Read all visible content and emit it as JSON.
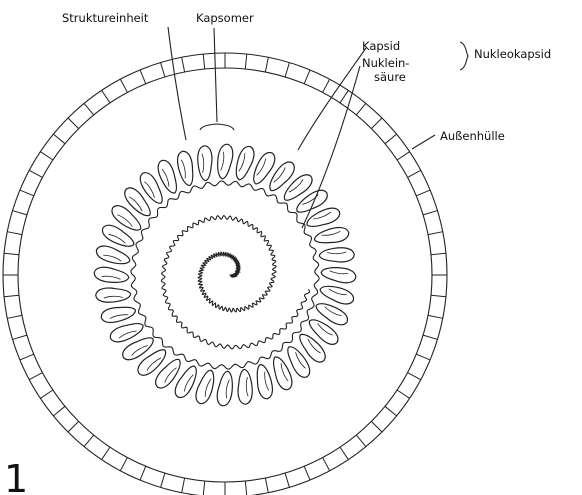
{
  "labels": {
    "strukturuntereinheit": "Struktureinheit",
    "kapsomer": "Kapsomer",
    "kapsid": "Kapsid",
    "nuklein": "Nuklein-",
    "saeure": "säure",
    "nukleokapsid": "Nukleokapsid",
    "aussenhuelle": "Außenhülle"
  },
  "figure_number": "1",
  "diagram": {
    "subject": "virus-particle-cross-section",
    "capsomer_count": 36,
    "envelope_segments": 64,
    "line_color": "#222222"
  }
}
